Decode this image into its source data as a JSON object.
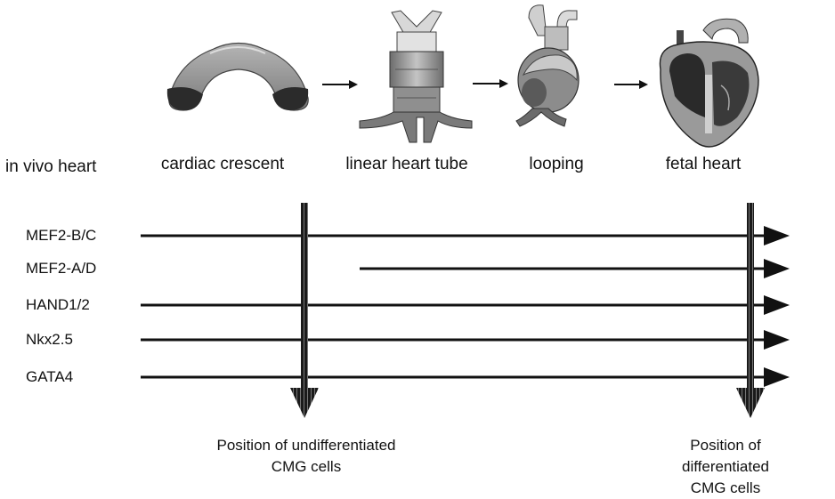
{
  "row_label": "in vivo heart",
  "stages": [
    {
      "label": "cardiac crescent",
      "icon": "cardiac-crescent-illustration"
    },
    {
      "label": "linear heart tube",
      "icon": "linear-heart-tube-illustration"
    },
    {
      "label": "looping",
      "icon": "looping-heart-illustration"
    },
    {
      "label": "fetal heart",
      "icon": "fetal-heart-illustration"
    }
  ],
  "genes": [
    {
      "label": "MEF2-B/C",
      "starts_at": "cardiac crescent"
    },
    {
      "label": "MEF2-A/D",
      "starts_at": "linear heart tube"
    },
    {
      "label": "HAND1/2",
      "starts_at": "cardiac crescent"
    },
    {
      "label": "Nkx2.5",
      "starts_at": "cardiac crescent"
    },
    {
      "label": "GATA4",
      "starts_at": "cardiac crescent"
    }
  ],
  "markers": [
    {
      "line1": "Position of undifferentiated",
      "line2": "CMG cells"
    },
    {
      "line1": "Position of differentiated",
      "line2": "CMG cells"
    }
  ],
  "colors": {
    "ink": "#111111",
    "tissue": "#8a8a8a",
    "tissue_dark": "#2e2e2e",
    "tissue_light": "#c8c8c8"
  }
}
